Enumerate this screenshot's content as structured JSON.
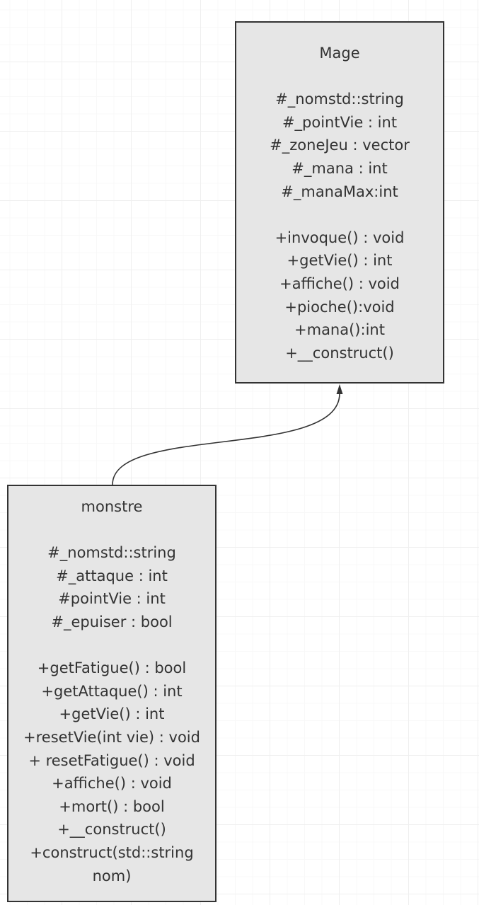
{
  "classes": {
    "mage": {
      "name": "Mage",
      "attributes": [
        "#_nomstd::string",
        "#_pointVie : int",
        "#_zoneJeu : vector",
        "#_mana : int",
        "#_manaMax:int"
      ],
      "methods": [
        "+invoque() : void",
        "+getVie() : int",
        "+affiche() : void",
        "+pioche():void",
        "+mana():int",
        "+__construct()"
      ]
    },
    "monstre": {
      "name": "monstre",
      "attributes": [
        "#_nomstd::string",
        "#_attaque : int",
        "#pointVie : int",
        "#_epuiser : bool"
      ],
      "methods": [
        "+getFatigue() : bool",
        "+getAttaque() : int",
        "+getVie() : int",
        "+resetVie(int vie) : void",
        "+ resetFatigue() : void",
        "+affiche() : void",
        "+mort() : bool",
        "+__construct()",
        "+construct(std::string nom)"
      ]
    }
  },
  "colors": {
    "box_fill": "#e6e6e6",
    "stroke": "#333333",
    "text": "#333333",
    "grid": "#efefef"
  }
}
